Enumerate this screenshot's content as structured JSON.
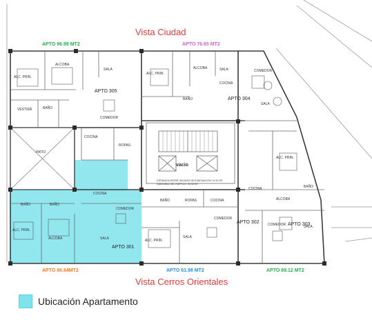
{
  "views": {
    "top": "Vista Ciudad",
    "bottom": "Vista Cerros Orientales"
  },
  "areas": {
    "apto305": "APTO  96.99 MT2",
    "apto304": "APTO  76.65 MT2",
    "apto301": "APTO  86.64MT2",
    "apto302": "APTO  61.98 MT2",
    "apto303": "APTO  69.12  MT2"
  },
  "units": {
    "u305": "APTO 305",
    "u304": "APTO 304",
    "u301": "APTO 301",
    "u302": "APTO 302",
    "u303": "APTO 303"
  },
  "rooms": {
    "alc_prin": "ALC. PRIN.",
    "alcoba": "ALCOBA",
    "sala": "SALA",
    "comedor": "COMEDOR",
    "cocina": "COCINA",
    "bano": "BAÑO",
    "vestier": "VESTIER",
    "ropas": "ROPAS",
    "patio": "PATIO",
    "vacio": "vacio"
  },
  "notes": {
    "evac1": "DISTANCIA ENTRE SALIDAS DE EVACUACION: 15.30 MT",
    "evac2": "DIAGONAL DEL EDIFICIO: 36.90 MT"
  },
  "legend": {
    "label": "Ubicación Apartamento",
    "color": "#7fe3ec"
  },
  "colors": {
    "view_label": "#e03a3a",
    "apto305": "#22b14c",
    "apto304": "#d25fd2",
    "apto301": "#f07d28",
    "apto302": "#2a8fd6",
    "apto303": "#22b14c",
    "highlight": "#7fe3ec"
  }
}
